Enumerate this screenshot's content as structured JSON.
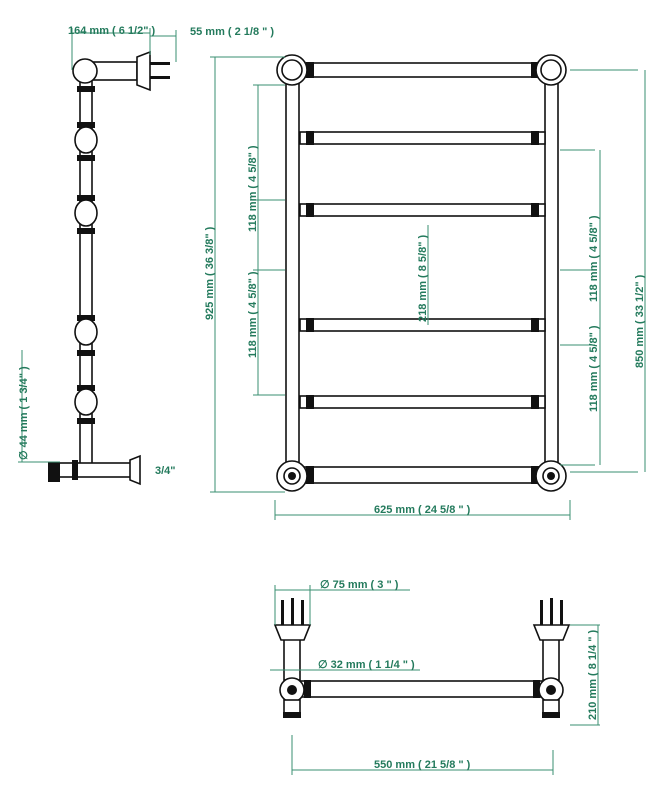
{
  "side_view": {
    "dim_depth": "164 mm ( 6 1/2\" )",
    "dim_plug": "55 mm ( 2 1/8 \" )",
    "dim_pipe": "∅ 44 mm ( 1 3/4\" )",
    "thread": "3/4\""
  },
  "front_view": {
    "dim_height": "925 mm ( 36 3/8\" )",
    "dim_spacing_upper": "118 mm ( 4 5/8\" )",
    "dim_spacing_mid": "118 mm ( 4 5/8\" )",
    "dim_gap": "218 mm ( 8 5/8\" )",
    "dim_centers_height": "850 mm ( 33 1/2\" )",
    "dim_spacing_right_upper": "118 mm ( 4 5/8\" )",
    "dim_spacing_right_lower": "118 mm ( 4 5/8\" )",
    "dim_width": "625 mm ( 24 5/8 \" )"
  },
  "top_view": {
    "dim_flange": "∅ 75 mm ( 3 \" )",
    "dim_rail": "∅ 32 mm ( 1 1/4 \" )",
    "dim_depth": "210 mm ( 8 1/4 \" )",
    "dim_centers": "550 mm ( 21 5/8 \" )"
  },
  "colors": {
    "dimension": "#237a5c"
  }
}
